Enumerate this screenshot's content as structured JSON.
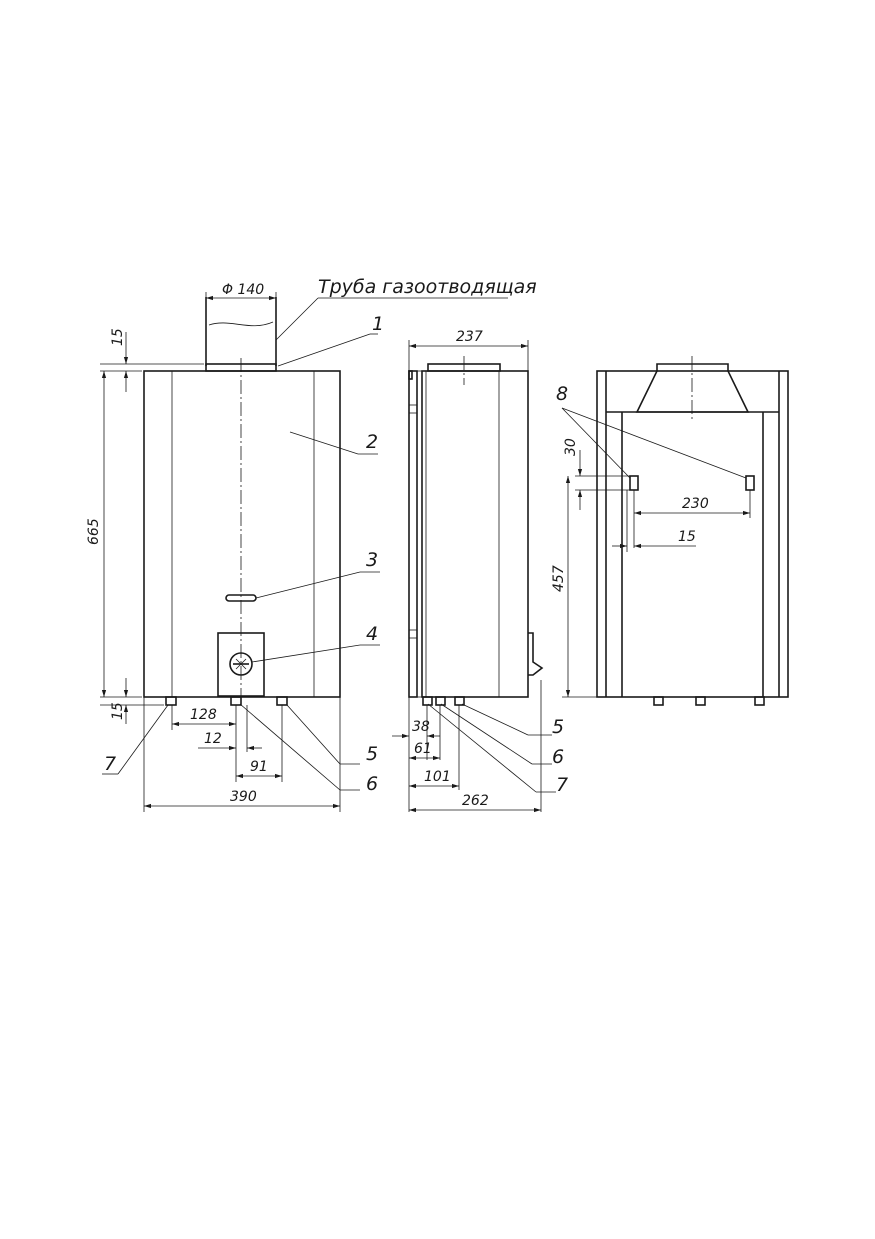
{
  "pipe_caption": "Труба газоотводящая",
  "front": {
    "pipe_diameter": "Φ 140",
    "height": "665",
    "top_gap": "15",
    "bottom_gap": "15",
    "dim_128": "128",
    "dim_12": "12",
    "dim_91": "91",
    "width": "390"
  },
  "side": {
    "depth_top": "237",
    "dim_38": "38",
    "dim_61": "61",
    "dim_101": "101",
    "depth_bottom": "262"
  },
  "back": {
    "dim_30": "30",
    "dim_230": "230",
    "dim_15": "15",
    "dim_457": "457"
  },
  "callouts": {
    "c1": "1",
    "c2": "2",
    "c3": "3",
    "c4": "4",
    "c5": "5",
    "c6": "6",
    "c7": "7",
    "c8": "8"
  }
}
